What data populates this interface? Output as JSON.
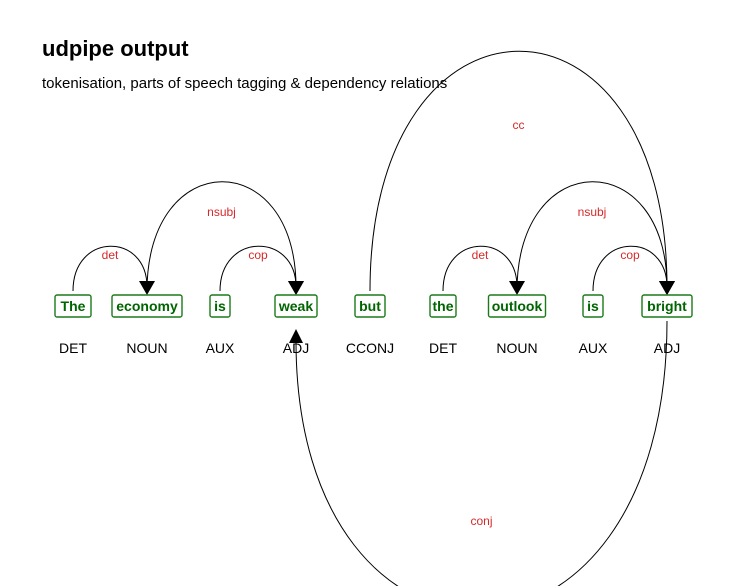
{
  "title": "udpipe output",
  "subtitle": "tokenisation, parts of speech tagging & dependency relations",
  "tokens": [
    {
      "text": "The",
      "pos": "DET"
    },
    {
      "text": "economy",
      "pos": "NOUN"
    },
    {
      "text": "is",
      "pos": "AUX"
    },
    {
      "text": "weak",
      "pos": "ADJ"
    },
    {
      "text": "but",
      "pos": "CCONJ"
    },
    {
      "text": "the",
      "pos": "DET"
    },
    {
      "text": "outlook",
      "pos": "NOUN"
    },
    {
      "text": "is",
      "pos": "AUX"
    },
    {
      "text": "bright",
      "pos": "ADJ"
    }
  ],
  "relations": [
    {
      "from": 0,
      "to": 1,
      "label": "det"
    },
    {
      "from": 2,
      "to": 3,
      "label": "cop"
    },
    {
      "from": 1,
      "to": 3,
      "label": "nsubj"
    },
    {
      "from": 5,
      "to": 6,
      "label": "det"
    },
    {
      "from": 7,
      "to": 8,
      "label": "cop"
    },
    {
      "from": 6,
      "to": 8,
      "label": "nsubj"
    },
    {
      "from": 4,
      "to": 8,
      "label": "cc"
    },
    {
      "from": 8,
      "to": 3,
      "label": "conj"
    }
  ],
  "colors": {
    "token_text": "#006400",
    "token_border": "#1a7a1a",
    "relation_label": "#d62a2a",
    "arc": "#000000"
  }
}
